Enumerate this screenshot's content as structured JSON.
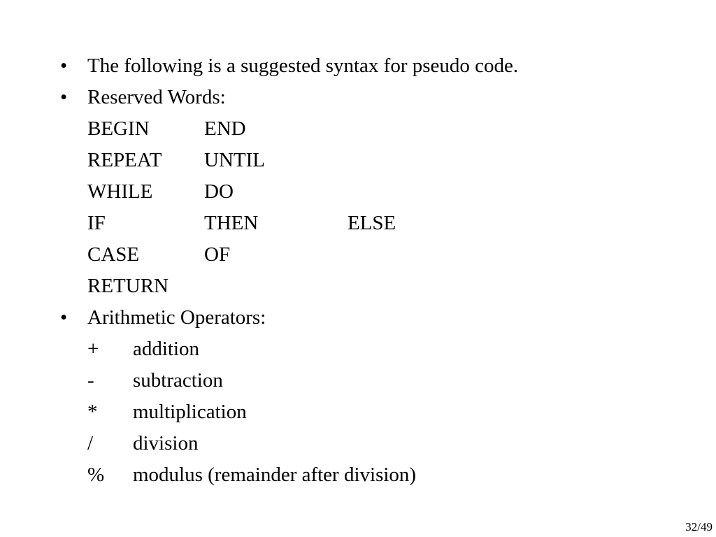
{
  "bullet_glyph": "•",
  "intro": "The following is a suggested syntax for pseudo code.",
  "reserved_words": {
    "heading": "Reserved Words:",
    "rows": [
      [
        "BEGIN",
        "END",
        ""
      ],
      [
        "REPEAT",
        "UNTIL",
        ""
      ],
      [
        "WHILE",
        "DO",
        ""
      ],
      [
        "IF",
        "THEN",
        "ELSE"
      ],
      [
        "CASE",
        "OF",
        ""
      ],
      [
        "RETURN",
        "",
        ""
      ]
    ]
  },
  "arithmetic_operators": {
    "heading": "Arithmetic Operators:",
    "items": [
      {
        "symbol": "+",
        "description": "addition"
      },
      {
        "symbol": "-",
        "description": "subtraction"
      },
      {
        "symbol": "*",
        "description": "multiplication"
      },
      {
        "symbol": "/",
        "description": "division"
      },
      {
        "symbol": "%",
        "description": "modulus (remainder after division)"
      }
    ]
  },
  "page_number": "32/49"
}
